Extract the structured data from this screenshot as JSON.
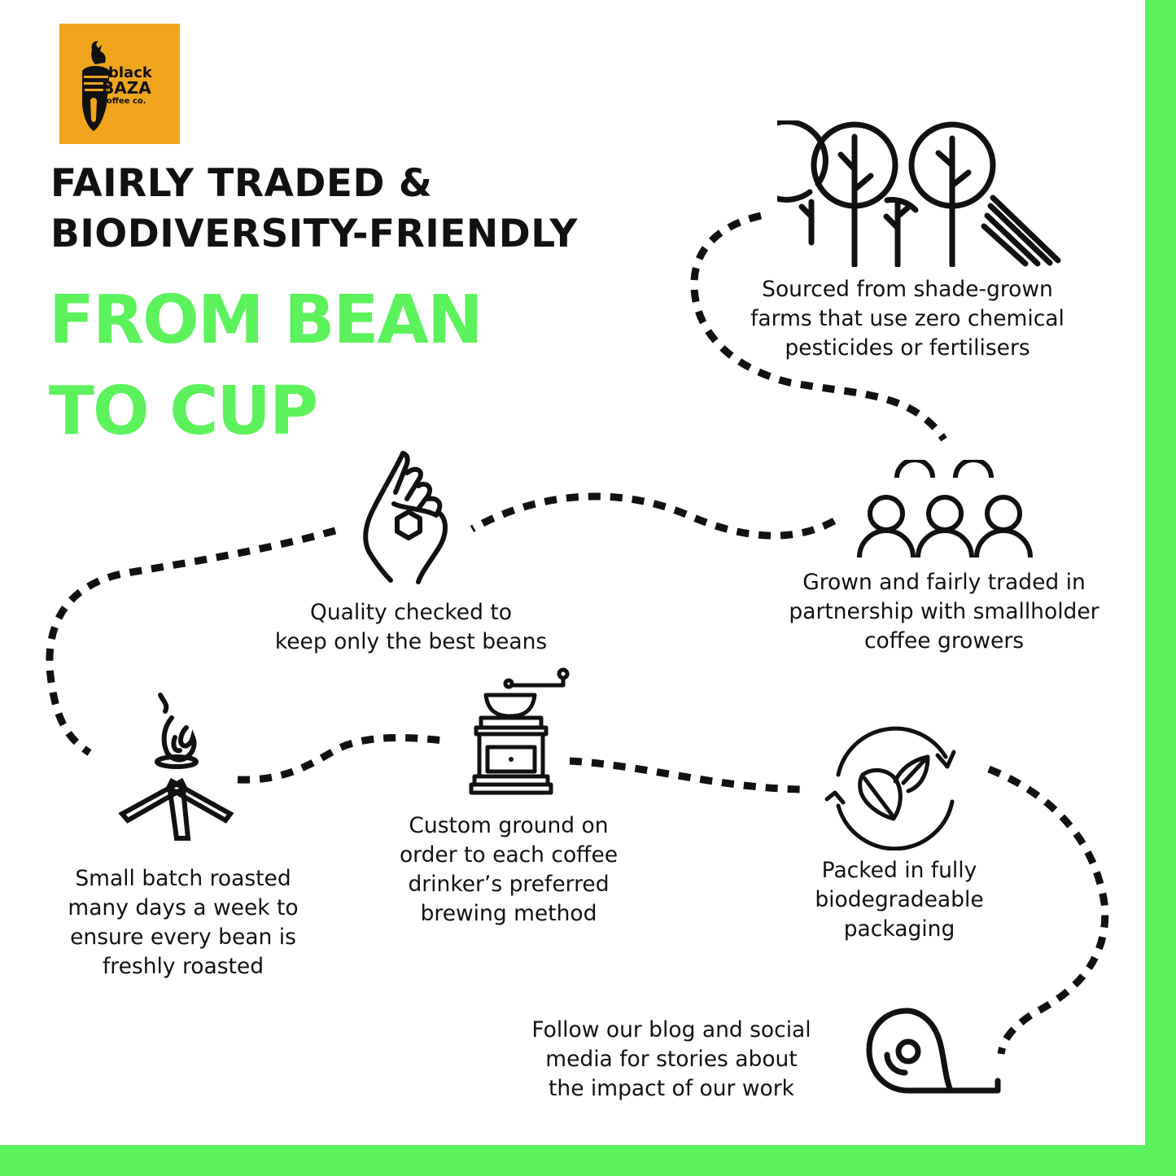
{
  "colors": {
    "accent_green": "#5cf25c",
    "logo_bg": "#f0a51c",
    "ink": "#111111"
  },
  "brand": {
    "logo_lines": [
      "black",
      "BAZA",
      "coffee co."
    ],
    "logo_icon": "cockatoo-icon"
  },
  "heading": {
    "line1": "FAIRLY TRADED &",
    "line2": "BIODIVERSITY-FRIENDLY"
  },
  "subheading": {
    "line1": "FROM BEAN",
    "line2": "TO CUP"
  },
  "steps": [
    {
      "icon": "trees-icon",
      "lines": [
        "Sourced from shade-grown",
        "farms that use zero chemical",
        "pesticides or fertilisers"
      ]
    },
    {
      "icon": "people-group-icon",
      "lines": [
        "Grown and fairly traded in",
        "partnership with smallholder",
        "coffee growers"
      ]
    },
    {
      "icon": "ok-hand-icon",
      "lines": [
        "Quality checked to",
        "keep only the best beans"
      ]
    },
    {
      "icon": "campfire-icon",
      "lines": [
        "Small batch roasted",
        "many days a week to",
        "ensure every bean is",
        "freshly roasted"
      ]
    },
    {
      "icon": "coffee-grinder-icon",
      "lines": [
        "Custom ground on",
        "order to each coffee",
        "drinker’s preferred",
        "brewing method"
      ]
    },
    {
      "icon": "recycle-leaf-icon",
      "lines": [
        "Packed in fully",
        "biodegradeable",
        "packaging"
      ]
    },
    {
      "icon": "snail-icon",
      "lines": [
        "Follow our blog and social",
        "media for stories about",
        "the impact of our work"
      ]
    }
  ]
}
